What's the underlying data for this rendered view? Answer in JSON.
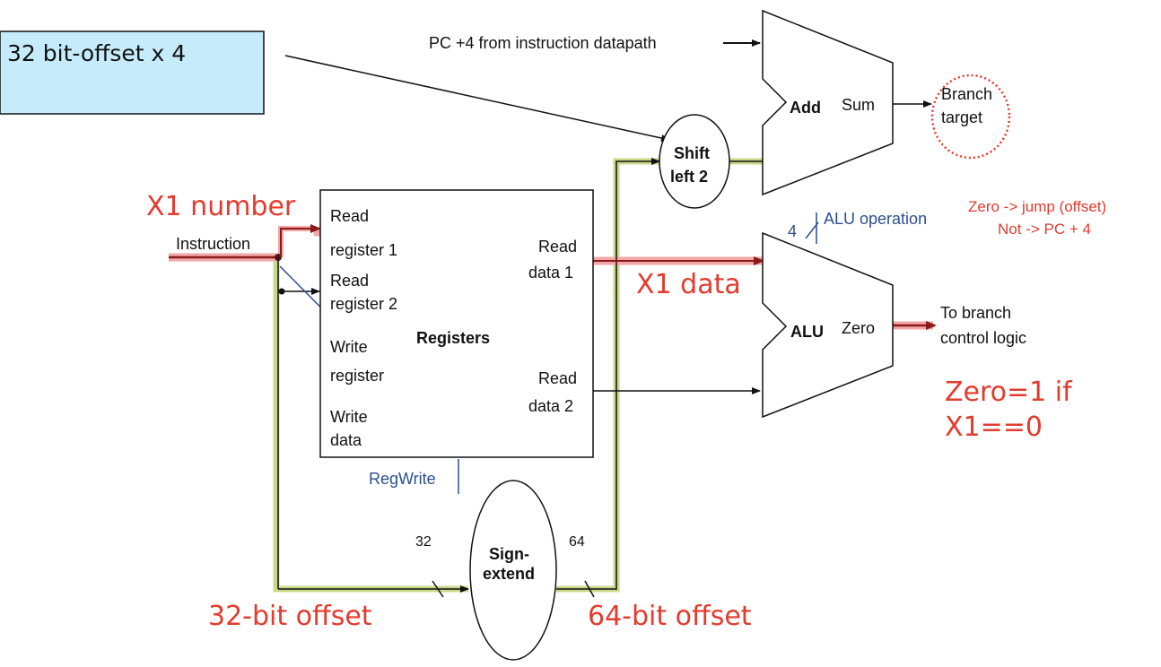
{
  "callout": {
    "text": "32 bit-offset x 4"
  },
  "inputs": {
    "pc4": "PC +4 from instruction datapath",
    "instruction": "Instruction"
  },
  "adder": {
    "name": "Add",
    "output": "Sum"
  },
  "branch_target": {
    "line1": "Branch",
    "line2": "target"
  },
  "shift": {
    "line1": "Shift",
    "line2": "left 2"
  },
  "registers": {
    "title": "Registers",
    "read_reg1_l1": "Read",
    "read_reg1_l2": "register 1",
    "read_reg2_l1": "Read",
    "read_reg2_l2": "register 2",
    "write_reg_l1": "Write",
    "write_reg_l2": "register",
    "write_data_l1": "Write",
    "write_data_l2": "data",
    "read_data1_l1": "Read",
    "read_data1_l2": "data 1",
    "read_data2_l1": "Read",
    "read_data2_l2": "data 2",
    "regwrite": "RegWrite"
  },
  "alu": {
    "name": "ALU",
    "output": "Zero",
    "op_label": "ALU operation",
    "op_bits": "4"
  },
  "branch_control": {
    "line1": "To branch",
    "line2": "control logic"
  },
  "sign_extend": {
    "line1": "Sign-",
    "line2": "extend",
    "in_bits": "32",
    "out_bits": "64"
  },
  "annotations": {
    "x1_number": "X1 number",
    "x1_data": "X1 data",
    "zero_jump": "Zero -> jump (offset)",
    "not_pc4": "Not -> PC + 4",
    "zero_cond_l1": "Zero=1 if",
    "zero_cond_l2": "X1==0",
    "offset32": "32-bit offset",
    "offset64": "64-bit offset"
  },
  "colors": {
    "highlight_green": "#c8d98a",
    "highlight_red": "#f2a6a6",
    "wire_red": "#8b1a1a",
    "callout_fill": "#c6ecfb",
    "annotation_red": "#e33b2e",
    "control_blue": "#2b4f8f"
  }
}
